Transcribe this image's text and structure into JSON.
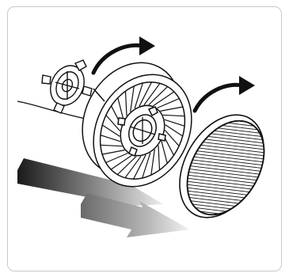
{
  "figure": {
    "subject": "filter-cartridge-assembly",
    "parts": [
      "filter-holder-cap",
      "filter-cartridge",
      "pre-filter-disc"
    ],
    "airflow_arrows": 2,
    "rotation_arrows": 2,
    "colors": {
      "frame_border": "#c9c9c9",
      "line": "#111111",
      "background": "#ffffff"
    }
  }
}
